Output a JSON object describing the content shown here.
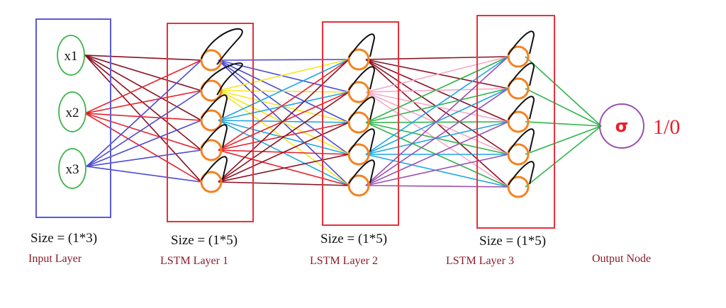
{
  "title": "LSTM network architecture",
  "colors": {
    "input_box": "#5a5ad6",
    "lstm_box": "#e8303a",
    "input_node": "#3cb44b",
    "lstm_node": "#f58220",
    "loop": "#111111",
    "output_node": "#9b4fb0",
    "output_text": "#e8202a",
    "label_text": "#8b1a2b"
  },
  "input_layer": {
    "nodes": [
      "x1",
      "x2",
      "x3"
    ],
    "size_label": "Size = (1*3)",
    "name": "Input Layer",
    "edge_colors": [
      "#8b1020",
      "#e8202a",
      "#4a4ad6"
    ]
  },
  "lstm_layers": [
    {
      "name": "LSTM Layer 1",
      "size_label": "Size = (1*5)",
      "units": 5,
      "edge_colors": [
        "#4a4ad6",
        "#f5e61e",
        "#1aa7e8",
        "#e8202a",
        "#8b1020"
      ]
    },
    {
      "name": "LSTM Layer 2",
      "size_label": "Size = (1*5)",
      "units": 5,
      "edge_colors": [
        "#8b1020",
        "#f7a8c8",
        "#2fb44a",
        "#1aa7e8",
        "#9b4fb0"
      ]
    },
    {
      "name": "LSTM Layer 3",
      "size_label": "Size = (1*5)",
      "units": 5,
      "edge_colors": [
        "#2fb44a",
        "#2fb44a",
        "#2fb44a",
        "#2fb44a",
        "#2fb44a"
      ]
    }
  ],
  "output_node": {
    "name": "Output Node",
    "symbol": "σ",
    "value": "1/0"
  }
}
